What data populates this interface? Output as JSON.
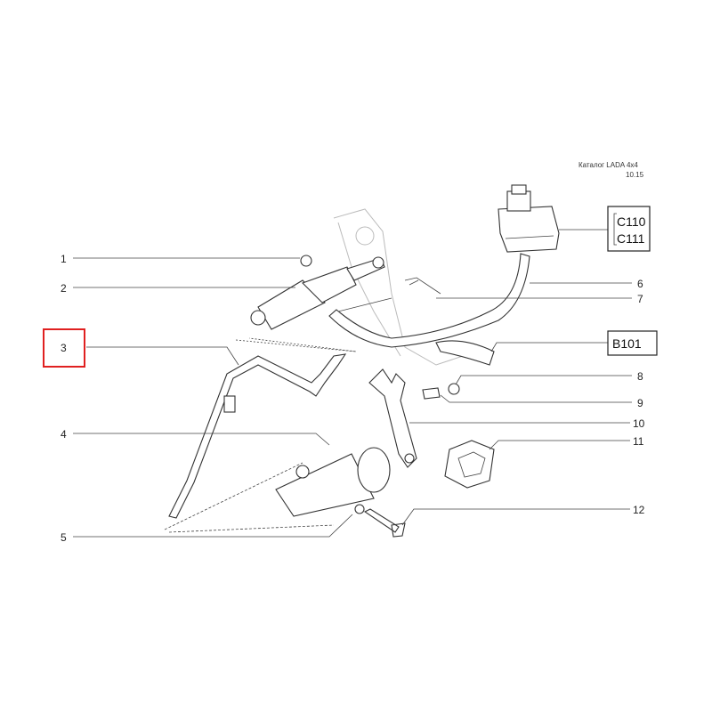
{
  "header": {
    "catalog": "Каталог  LADA  4x4",
    "section": "10.15"
  },
  "callouts": [
    "1",
    "2",
    "3",
    "4",
    "5",
    "6",
    "7",
    "8",
    "9",
    "10",
    "11",
    "12"
  ],
  "selected_callout": "3",
  "highlight_color": "#e02020",
  "references": {
    "reservoir": [
      "C110",
      "C111"
    ],
    "hose_clamp": "B101"
  }
}
